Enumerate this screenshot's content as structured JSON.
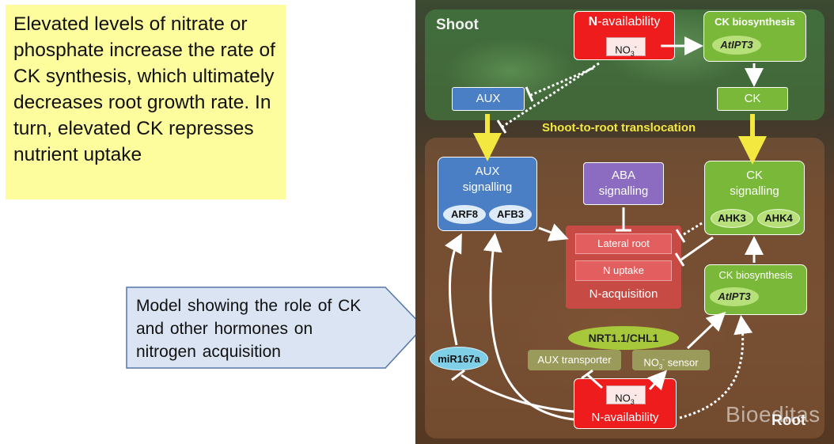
{
  "yellow_note": "Elevated levels of nitrate or phosphate increase the rate of CK synthesis, which ultimately decreases root growth rate. In turn, elevated CK represses nutrient uptake",
  "callout_note": "Model showing the role of CK and other hormones on nitrogen acquisition",
  "diagram": {
    "shoot_label": "Shoot",
    "root_label": "Root",
    "translocation_label": "Shoot-to-root translocation",
    "watermark": "Bioeditas",
    "shoot_n_availability": {
      "bold": "N",
      "rest": "-availability",
      "nitrate": "NO",
      "sub": "3",
      "sup": "-"
    },
    "shoot_ck_biosynthesis": {
      "title": "CK biosynthesis",
      "gene": "AtIPT3"
    },
    "shoot_aux": "AUX",
    "shoot_ck": "CK",
    "aux_signalling": {
      "line1": "AUX",
      "line2": "signalling",
      "arf8": "ARF8",
      "afb3": "AFB3"
    },
    "aba_signalling": {
      "line1": "ABA",
      "line2": "signalling"
    },
    "ck_signalling": {
      "line1": "CK",
      "line2": "signalling",
      "ahk3": "AHK3",
      "ahk4": "AHK4"
    },
    "lateral_root": "Lateral root",
    "n_uptake": "N uptake",
    "n_acquisition": "N-acquisition",
    "root_ck_biosynthesis": {
      "title": "CK biosynthesis",
      "gene": "AtIPT3"
    },
    "nrt": "NRT1.1/CHL1",
    "aux_transporter": "AUX transporter",
    "no3_sensor": {
      "nitrate": "NO",
      "sub": "3",
      "sup": "-",
      "rest": " sensor"
    },
    "mir167a": "miR167a",
    "root_n_availability": {
      "label": "N-availability",
      "nitrate": "NO",
      "sub": "3",
      "sup": "-"
    }
  },
  "colors": {
    "n_availability": "#ee1c1c",
    "ck": "#7ab83a",
    "aux": "#4a7fc6",
    "aba": "#8b6cc0",
    "translocation_arrow": "#f2e840",
    "note_background": "#fdfd9e",
    "callout_background": "#dbe4f3"
  }
}
